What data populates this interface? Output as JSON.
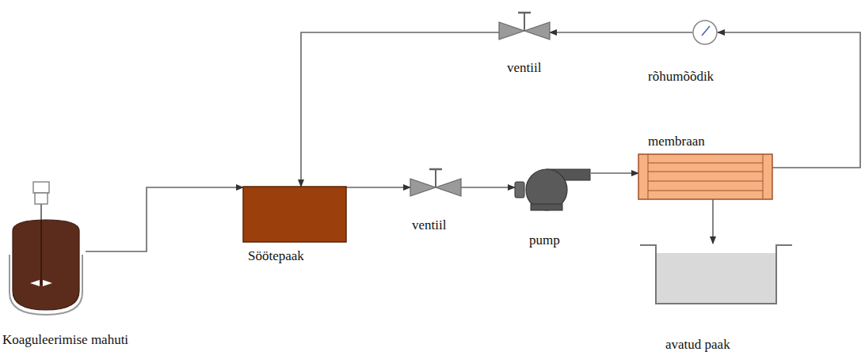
{
  "diagram": {
    "nodes": [
      {
        "text": [
          "Koaguleerimise mahuti"
        ]
      },
      {
        "text": [
          "Söötepaak"
        ]
      },
      {
        "text": [
          "ventiil"
        ]
      },
      {
        "text": [
          "pump"
        ]
      },
      {
        "text": [
          "membraan"
        ]
      },
      {
        "text": [
          "avatud paak"
        ]
      },
      {
        "text": [
          "rõhumõõdik"
        ]
      },
      {
        "text": [
          "ventiil"
        ]
      }
    ],
    "edges": [
      {
        "from": 0,
        "to": 1,
        "arrow": "to"
      },
      {
        "from": 1,
        "to": 2,
        "arrow": "to"
      },
      {
        "from": 2,
        "to": 3,
        "arrow": "to"
      },
      {
        "from": 3,
        "to": 4,
        "arrow": "to"
      },
      {
        "from": 4,
        "to": 5,
        "arrow": "to"
      },
      {
        "from": 4,
        "to": 6,
        "arrow": "to"
      },
      {
        "from": 6,
        "to": 7,
        "arrow": "to"
      },
      {
        "from": 7,
        "to": 1,
        "arrow": "to"
      }
    ]
  }
}
